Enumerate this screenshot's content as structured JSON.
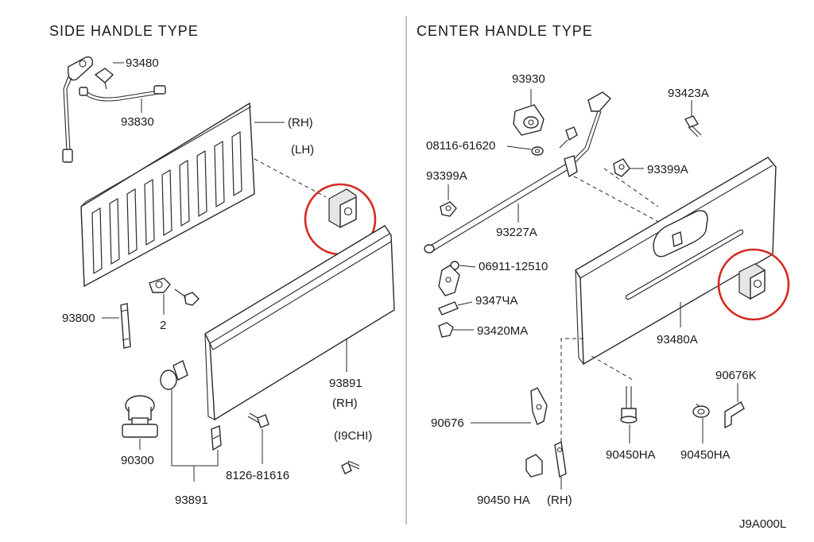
{
  "sections": {
    "side": {
      "title": "SIDE HANDLE TYPE"
    },
    "center": {
      "title": "CENTER HANDLE TYPE"
    }
  },
  "side_labels": {
    "l93480": "93480",
    "l93830": "93830",
    "rh_top": "(RH)",
    "lh_top": "(LH)",
    "l93800": "93800",
    "l2": "2",
    "l93891_right": "93891",
    "rh_mid": "(RH)",
    "lh_small": "(I9CHI)",
    "l90300": "90300",
    "l93891_bottom": "93891",
    "l8126": "8126-81616"
  },
  "center_labels": {
    "l93930": "93930",
    "l93423A": "93423A",
    "l08116": "08116-61620",
    "l93399A_left": "93399A",
    "l93399A_right": "93399A",
    "l93227A": "93227A",
    "l06911": "06911-12510",
    "l93427A": "9347ЧA",
    "l93420MA": "93420MA",
    "l93480A": "93480A",
    "l90676K": "90676K",
    "l90676": "90676",
    "l90450HA_mid": "90450HA",
    "l90450HA_right": "90450HA",
    "l90450HA_bottom": "90450 HA",
    "rh_bottom": "(RH)"
  },
  "diagram_code": "J9A000L",
  "colors": {
    "highlight": "#d42a20",
    "line": "#2a2a2a",
    "divider": "#9a9a9a"
  }
}
